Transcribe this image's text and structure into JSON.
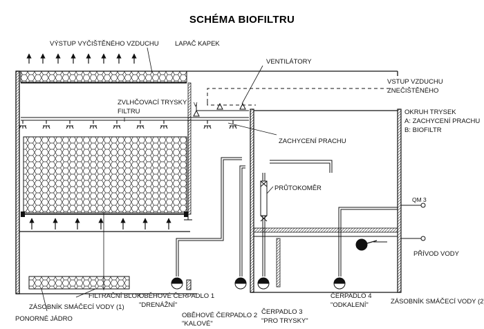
{
  "title": "SCHÉMA BIOFILTRU",
  "labels": {
    "outlet_clean_air": "VÝSTUP VYČIŠTĚNÉHO VZDUCHU",
    "droplet_catcher": "LAPAČ KAPEK",
    "fans": "VENTILÁTORY",
    "inlet_polluted_1": "VSTUP VZDUCHU",
    "inlet_polluted_2": "ZNEČIŠTĚNÉHO",
    "humidifier_nozzles_1": "ZVLHČOVACÍ TRYSKY",
    "humidifier_nozzles_2": "FILTRU",
    "nozzle_circuit_1": "OKRUH TRYSEK",
    "nozzle_circuit_2": "A: ZACHYCENÍ PRACHU",
    "nozzle_circuit_3": "B: BIOFILTR",
    "dust_capture": "ZACHYCENÍ PRACHU",
    "flowmeter": "PRŮTOKOMĚR",
    "qm": "QM 3",
    "water_inlet": "PŘÍVOD VODY",
    "filter_block": "FILTRAČNÍ BLOK",
    "reservoir_1": "ZÁSOBNÍK SMÁČECÍ VODY (1)",
    "reservoir_2": "ZÁSOBNÍK SMÁČECÍ VODY (2)",
    "submersible_core": "PONORNÉ JÁDRO",
    "pump1_1": "OBĚHOVÉ ČERPADLO 1",
    "pump1_2": "\"DRENÁŽNÍ\"",
    "pump2_1": "OBĚHOVÉ ČERPADLO 2",
    "pump2_2": "\"KALOVÉ\"",
    "pump3_1": "ČERPADLO 3",
    "pump3_2": "\"PRO TRYSKY\"",
    "pump4_1": "ČERPADLO 4",
    "pump4_2": "\"ODKALENÍ\"",
    "v_mark": "V"
  }
}
